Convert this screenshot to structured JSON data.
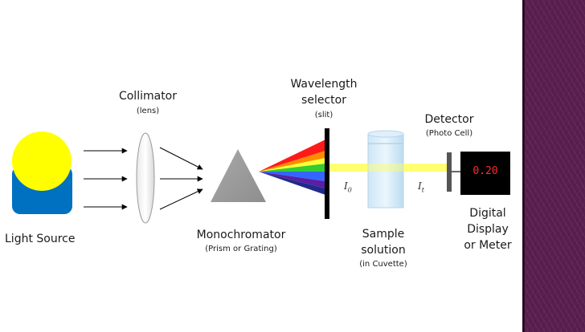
{
  "components": {
    "light_source": {
      "label": "Light Source"
    },
    "collimator": {
      "label": "Collimator",
      "sublabel": "(lens)"
    },
    "monochromator": {
      "label": "Monochromator",
      "sublabel": "(Prism or Grating)"
    },
    "wavelength_selector": {
      "label_line1": "Wavelength",
      "label_line2": "selector",
      "sublabel": "(slit)"
    },
    "sample": {
      "label_line1": "Sample",
      "label_line2": "solution",
      "sublabel": "(in Cuvette)"
    },
    "detector": {
      "label": "Detector",
      "sublabel": "(Photo Cell)"
    },
    "display": {
      "label_line1": "Digital",
      "label_line2": "Display",
      "label_line3": "or Meter",
      "value": "0.20"
    }
  },
  "beam_labels": {
    "incident": "I",
    "incident_sub": "0",
    "transmitted": "I",
    "transmitted_sub": "t"
  },
  "colors": {
    "light_source_sphere": "#ffff00",
    "light_source_base": "#0070c0",
    "beam": "#ffff66",
    "display_text": "#ff2a2a",
    "side_panel": "#5a1f4f"
  }
}
